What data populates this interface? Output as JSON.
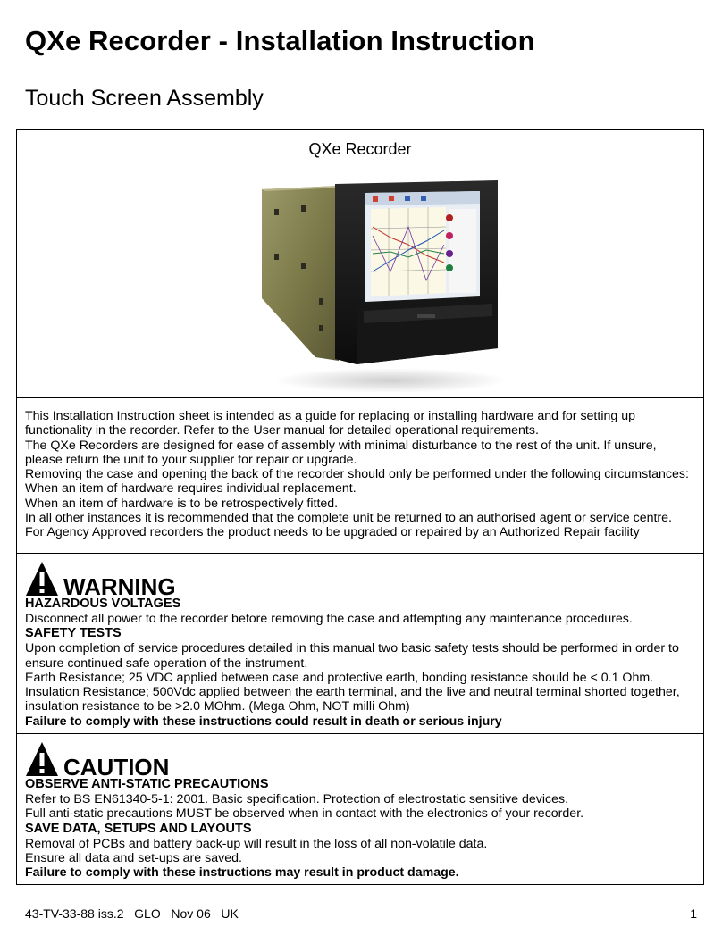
{
  "title": "QXe Recorder - Installation Instruction",
  "subtitle": "Touch Screen Assembly",
  "figure": {
    "caption": "QXe Recorder"
  },
  "intro": {
    "paragraphs": [
      "This Installation Instruction sheet is intended as a guide for replacing or installing hardware and for setting up functionality in the recorder. Refer to the User manual for detailed operational requirements.",
      "The QXe Recorders are designed for ease of assembly with minimal disturbance to the rest of the unit. If unsure, please return the unit to your supplier for repair or upgrade.",
      "Removing the case and opening the back of the recorder should only be performed under the following circumstances:",
      "When an item of hardware requires individual replacement.",
      "When an item of hardware is to be retrospectively fitted.",
      "In all other instances it is recommended that the complete unit be returned to an authorised agent or service centre.",
      "For Agency Approved recorders the product needs to be upgraded or repaired by an Authorized Repair facility"
    ]
  },
  "warning": {
    "title": "WARNING",
    "hazard_heading": "HAZARDOUS VOLTAGES",
    "hazard_text": "Disconnect all power to the recorder before removing the case and attempting any maintenance procedures.",
    "safety_heading": "SAFETY TESTS",
    "safety_text_1": "Upon completion of service procedures detailed in this manual two basic safety tests should be performed in order to ensure continued safe operation of the instrument.",
    "safety_text_2": "Earth Resistance; 25 VDC applied between case and protective earth, bonding resistance should be < 0.1 Ohm.",
    "safety_text_3": "Insulation Resistance; 500Vdc applied between the earth terminal, and the live and neutral terminal shorted together, insulation resistance to be >2.0 MOhm. (Mega Ohm, NOT milli Ohm)",
    "failure_text": "Failure to comply with these instructions could result in death or serious injury"
  },
  "caution": {
    "title": "CAUTION",
    "antistatic_heading": "OBSERVE ANTI-STATIC PRECAUTIONS",
    "antistatic_text_1": "Refer to BS EN61340-5-1: 2001. Basic specification. Protection of electrostatic sensitive devices.",
    "antistatic_text_2": "Full anti-static precautions MUST be observed when in contact with the electronics of your recorder.",
    "save_heading": "SAVE DATA, SETUPS AND LAYOUTS",
    "save_text_1": "Removal of PCBs and battery back-up will result in the loss of all non-volatile data.",
    "save_text_2": "Ensure all data and set-ups are saved.",
    "failure_text": "Failure to comply with these instructions may result in product damage."
  },
  "footer": {
    "doc_ref": "43-TV-33-88 iss.2   GLO   Nov 06   UK",
    "page_number": "1"
  }
}
